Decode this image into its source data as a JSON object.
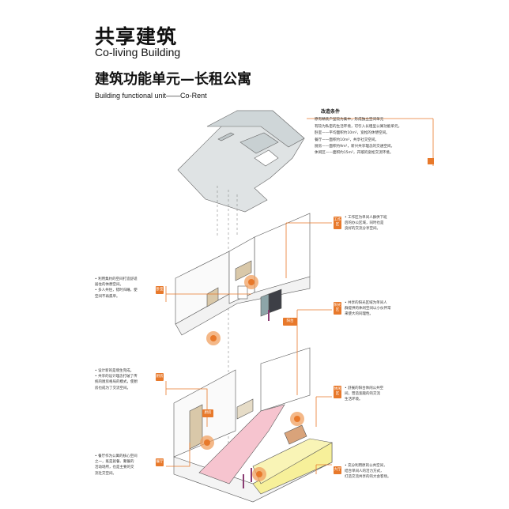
{
  "header": {
    "title_cn": "共享建筑",
    "title_en": "Co-living Building",
    "subtitle_cn": "建筑功能单元—长租公寓",
    "subtitle_en": "Building functional unit——Co-Rent"
  },
  "conditions": {
    "title": "改造条件",
    "line1": "原有精装户型较为集中，形成独立空间单元",
    "line2": "有较为私密的生活环境，可引入长租型公寓功能单元。",
    "line3": "卧室——平均面积约10m²，宽松的休憩空间。",
    "line4": "餐厅——面积约10m²，共享社交空间。",
    "line5": "厨房——面积约9m²，新兴共享理念的交通空间。",
    "line6": "休闲区——面积约15m²，开敞的宽松交流环境。"
  },
  "notes": {
    "work": {
      "tag": "工作区",
      "line1": "• 工作区为单间人群供下班",
      "line2": "后的办公区域，同时也是",
      "line3": "良好的交流分享空间。"
    },
    "bedroom": {
      "tag": "卧室",
      "line1": "• 利用集约的空间打造舒适",
      "line2": "居住的休憩空间。",
      "line3": "• 多人共住，错时归睡，使",
      "line4": "空间不再孤单。"
    },
    "balcony": {
      "tag": "阳台"
    },
    "terrace": {
      "tag": "阳光区",
      "line1": "• 共享的阳光区域为单间人",
      "line2": "群提供的休闲空间以小伙伴常",
      "line3": "来使大的同理性。"
    },
    "kitchen": {
      "tag": "厨房",
      "line1": "• 设计新的是增生完成。",
      "line2": "• 共享的设计理念打破了传",
      "line3": "统的厨房格局的模式，使厨",
      "line4": "房也成为了交流空间。"
    },
    "lounge": {
      "tag": "休闲区",
      "line1": "• 舒展的阳台休闲公共空",
      "line2": "间，营造宽敞的的交流",
      "line3": "生活环境。"
    },
    "kitchen_lower": {
      "tag": "厨房"
    },
    "dining": {
      "tag": "餐厅",
      "line1": "• 餐厅作为公寓的核心空间",
      "line2": "之一，既是就餐、聚餐的",
      "line3": "活动场所，也是主要的交",
      "line4": "流社交空间。"
    },
    "hall": {
      "tag": "大厅",
      "line1": "• 充分利用原的公共空间，",
      "line2": "结合单间人的活力方式，",
      "line3": "打造交流共享的的大会客场。"
    }
  },
  "colors": {
    "accent": "#e8792b",
    "highlight_text": "#f08b2a",
    "pink_zone": "#f6c4cf",
    "yellow_zone": "#f7f09a"
  }
}
